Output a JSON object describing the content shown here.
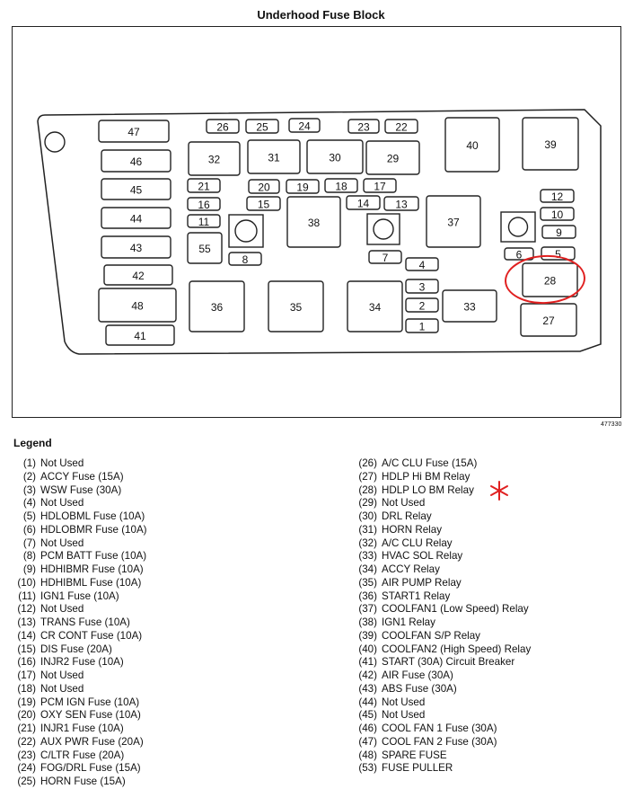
{
  "title": "Underhood Fuse Block",
  "figure_number": "477330",
  "highlight_color": "#e02020",
  "fuse_block": {
    "slot_labels": [
      "47",
      "46",
      "45",
      "44",
      "43",
      "42",
      "48",
      "41",
      "26",
      "25",
      "24",
      "23",
      "22",
      "32",
      "31",
      "30",
      "29",
      "40",
      "39",
      "21",
      "20",
      "19",
      "18",
      "17",
      "16",
      "15",
      "14",
      "13",
      "11",
      "38",
      "37",
      "12",
      "10",
      "9",
      "55",
      "8",
      "7",
      "6",
      "5",
      "4",
      "28",
      "36",
      "35",
      "34",
      "3",
      "2",
      "33",
      "1",
      "27"
    ],
    "highlighted_slot": "28"
  },
  "legend": {
    "title": "Legend",
    "entries": [
      {
        "code": "(1)",
        "desc": "Not Used"
      },
      {
        "code": "(2)",
        "desc": "ACCY Fuse (15A)"
      },
      {
        "code": "(3)",
        "desc": "WSW Fuse (30A)"
      },
      {
        "code": "(4)",
        "desc": "Not Used"
      },
      {
        "code": "(5)",
        "desc": "HDLOBML Fuse (10A)"
      },
      {
        "code": "(6)",
        "desc": "HDLOBMR Fuse (10A)"
      },
      {
        "code": "(7)",
        "desc": "Not Used"
      },
      {
        "code": "(8)",
        "desc": "PCM BATT Fuse (10A)"
      },
      {
        "code": "(9)",
        "desc": "HDHIBMR Fuse (10A)"
      },
      {
        "code": "(10)",
        "desc": "HDHIBML Fuse (10A)"
      },
      {
        "code": "(11)",
        "desc": "IGN1 Fuse (10A)"
      },
      {
        "code": "(12)",
        "desc": "Not Used"
      },
      {
        "code": "(13)",
        "desc": "TRANS Fuse (10A)"
      },
      {
        "code": "(14)",
        "desc": "CR CONT Fuse (10A)"
      },
      {
        "code": "(15)",
        "desc": "DIS Fuse (20A)"
      },
      {
        "code": "(16)",
        "desc": "INJR2 Fuse (10A)"
      },
      {
        "code": "(17)",
        "desc": "Not Used"
      },
      {
        "code": "(18)",
        "desc": "Not Used"
      },
      {
        "code": "(19)",
        "desc": "PCM IGN Fuse (10A)"
      },
      {
        "code": "(20)",
        "desc": "OXY SEN Fuse (10A)"
      },
      {
        "code": "(21)",
        "desc": "INJR1 Fuse (10A)"
      },
      {
        "code": "(22)",
        "desc": "AUX PWR Fuse (20A)"
      },
      {
        "code": "(23)",
        "desc": "C/LTR Fuse (20A)"
      },
      {
        "code": "(24)",
        "desc": "FOG/DRL Fuse (15A)"
      },
      {
        "code": "(25)",
        "desc": "HORN Fuse (15A)"
      },
      {
        "code": "(26)",
        "desc": "A/C CLU Fuse (15A)"
      },
      {
        "code": "(27)",
        "desc": "HDLP Hi BM Relay"
      },
      {
        "code": "(28)",
        "desc": "HDLP LO BM Relay"
      },
      {
        "code": "(29)",
        "desc": "Not Used"
      },
      {
        "code": "(30)",
        "desc": "DRL Relay"
      },
      {
        "code": "(31)",
        "desc": "HORN Relay"
      },
      {
        "code": "(32)",
        "desc": "A/C CLU Relay"
      },
      {
        "code": "(33)",
        "desc": "HVAC SOL Relay"
      },
      {
        "code": "(34)",
        "desc": "ACCY Relay"
      },
      {
        "code": "(35)",
        "desc": "AIR PUMP Relay"
      },
      {
        "code": "(36)",
        "desc": "START1 Relay"
      },
      {
        "code": "(37)",
        "desc": "COOLFAN1 (Low Speed) Relay"
      },
      {
        "code": "(38)",
        "desc": "IGN1 Relay"
      },
      {
        "code": "(39)",
        "desc": "COOLFAN S/P Relay"
      },
      {
        "code": "(40)",
        "desc": "COOLFAN2 (High Speed) Relay"
      },
      {
        "code": "(41)",
        "desc": "START (30A) Circuit Breaker"
      },
      {
        "code": "(42)",
        "desc": "AIR Fuse (30A)"
      },
      {
        "code": "(43)",
        "desc": "ABS Fuse (30A)"
      },
      {
        "code": "(44)",
        "desc": "Not Used"
      },
      {
        "code": "(45)",
        "desc": "Not Used"
      },
      {
        "code": "(46)",
        "desc": "COOL FAN 1 Fuse (30A)"
      },
      {
        "code": "(47)",
        "desc": "COOL FAN 2 Fuse (30A)"
      },
      {
        "code": "(48)",
        "desc": "SPARE FUSE"
      },
      {
        "code": "(53)",
        "desc": "FUSE PULLER"
      }
    ],
    "highlighted_entry": "(28)"
  }
}
